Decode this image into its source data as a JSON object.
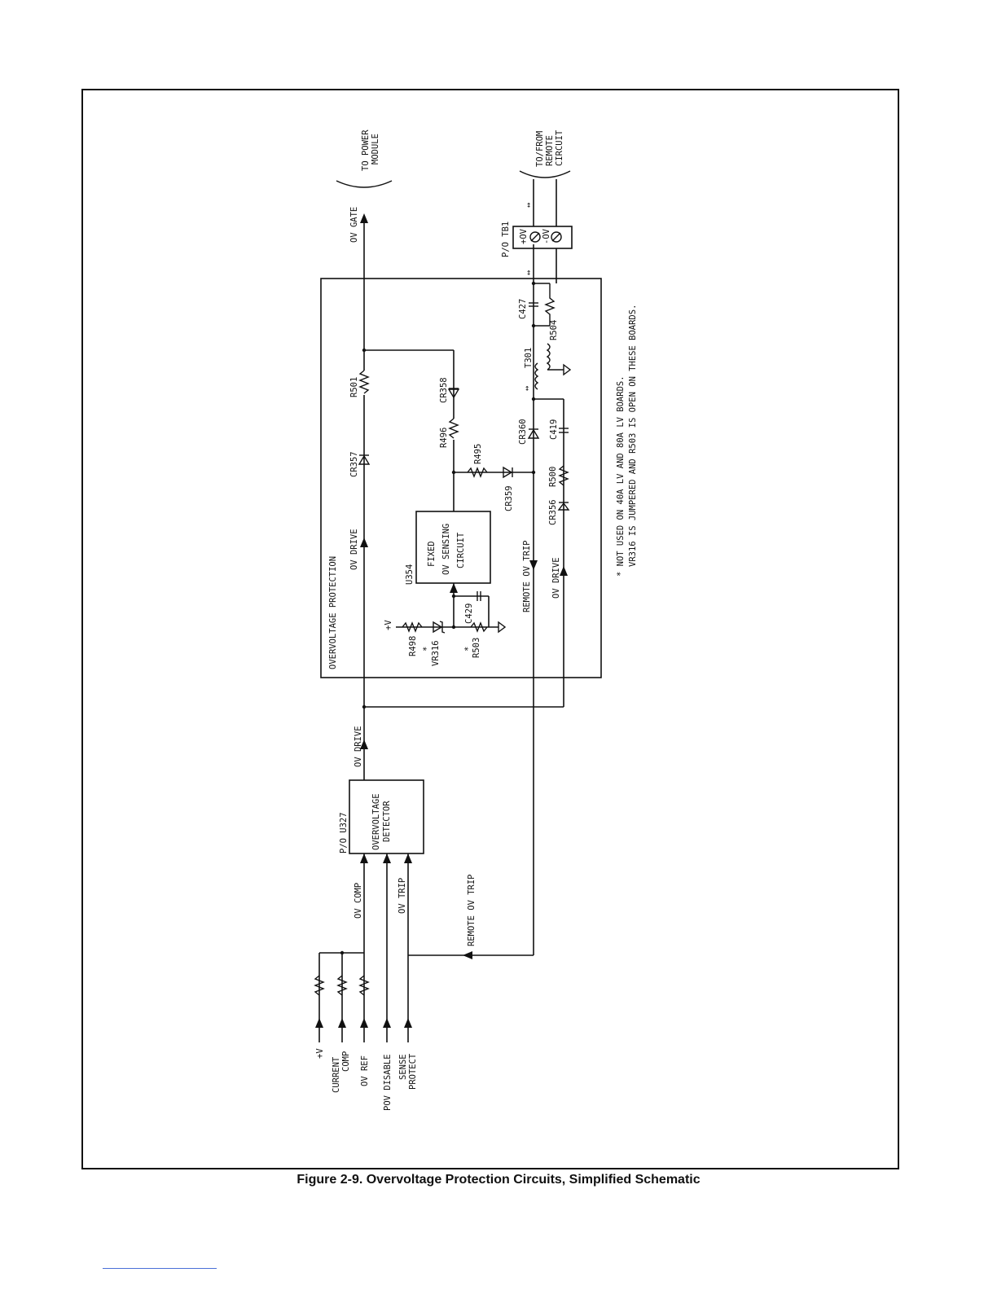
{
  "caption": "Figure 2-9. Overvoltage Protection Circuits, Simplified Schematic",
  "inputs": {
    "plus_v": "+V",
    "current_comp": [
      "CURRENT",
      "COMP"
    ],
    "ov_ref": "OV REF",
    "pov_disable": "POV DISABLE",
    "sense_protect": [
      "SENSE",
      "PROTECT"
    ]
  },
  "signals": {
    "ov_comp": "OV COMP",
    "ov_trip": "OV TRIP",
    "remote_ov_trip": "REMOTE OV TRIP",
    "ov_drive": "OV DRIVE",
    "ov_gate": "OV GATE"
  },
  "blocks": {
    "detector_ref": "P/O U327",
    "detector": [
      "OVERVOLTAGE",
      "DETECTOR"
    ],
    "protection_title": "OVERVOLTAGE PROTECTION",
    "sensing_ref": "U354",
    "sensing": [
      "FIXED",
      "OV SENSING",
      "CIRCUIT"
    ]
  },
  "components": {
    "r498": "R498",
    "vr316": "VR316",
    "r503": "R503",
    "c429": "C429",
    "cr357": "CR357",
    "r501": "R501",
    "cr358": "CR358",
    "r496": "R496",
    "r495": "R495",
    "cr359": "CR359",
    "cr360": "CR360",
    "c419": "C419",
    "r500": "R500",
    "cr356": "CR356",
    "t301": "T301",
    "c427": "C427",
    "r504": "R504",
    "tb1": "P/O TB1",
    "plus_ov": "+OV",
    "minus_ov": "-OV",
    "plus_v_small": "+V",
    "star": "*"
  },
  "destinations": {
    "power_module": [
      "TO POWER",
      "MODULE"
    ],
    "remote_circuit": [
      "TO/FROM",
      "REMOTE",
      "CIRCUIT"
    ]
  },
  "notes": [
    "* NOT USED ON 40A LV AND 80A LV BOARDS.",
    "VR316 IS JUMPERED AND R503 IS OPEN ON THESE BOARDS."
  ]
}
